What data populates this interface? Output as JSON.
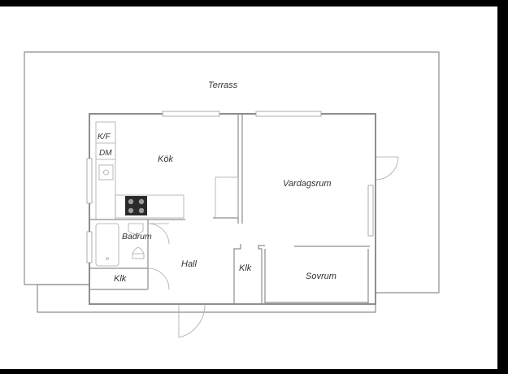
{
  "plan": {
    "rooms": {
      "terrass": "Terrass",
      "kf": "K/F",
      "dm": "DM",
      "kok": "Kök",
      "vardagsrum": "Vardagsrum",
      "badrum": "Badrum",
      "hall": "Hall",
      "klk_left": "Klk",
      "klk_mid": "Klk",
      "sovrum": "Sovrum"
    },
    "colors": {
      "walls": "#8e8e8e",
      "stove": "#2a2a2a",
      "background": "#ffffff",
      "frame": "#000000"
    }
  }
}
